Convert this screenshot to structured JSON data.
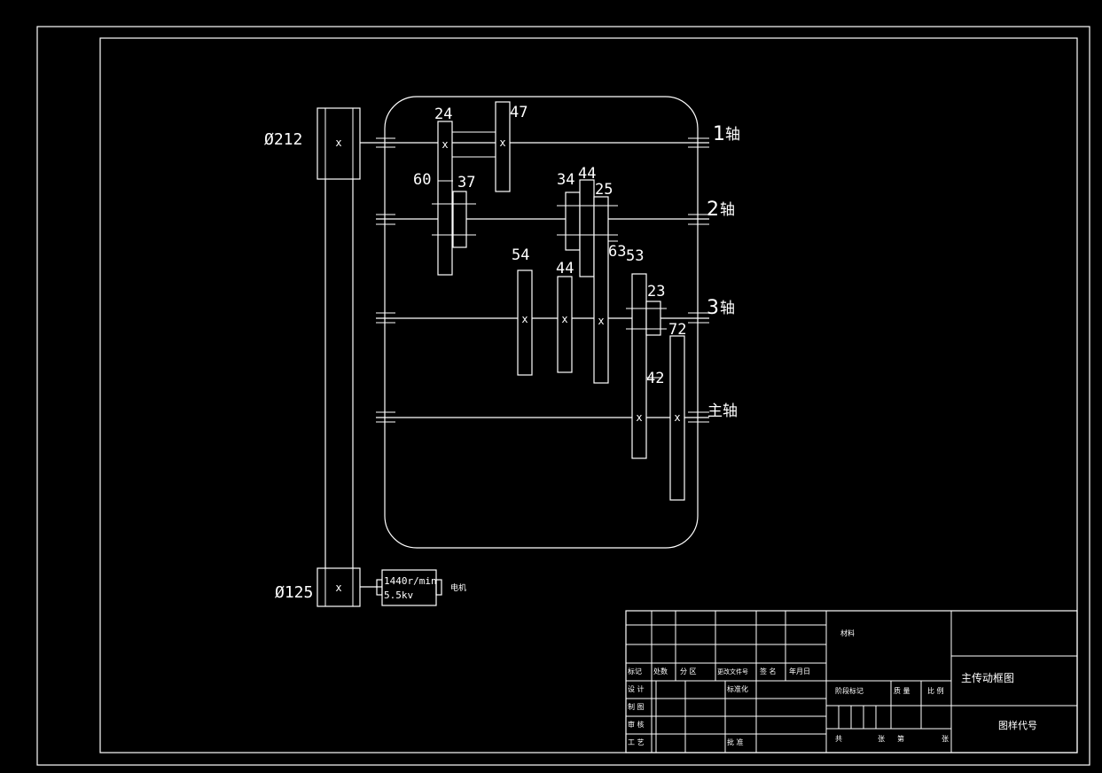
{
  "gear_labels": {
    "g24": "24",
    "g47": "47",
    "g60": "60",
    "g37": "37",
    "g34": "34",
    "g44a": "44",
    "g25": "25",
    "g54": "54",
    "g44b": "44",
    "g63": "63",
    "g53": "53",
    "g23": "23",
    "g72": "72",
    "g42": "42"
  },
  "gear_mark": "x",
  "shaft_labels": {
    "shaft1_num": "1",
    "shaft1_text": "轴",
    "shaft2_num": "2",
    "shaft2_text": "轴",
    "shaft3_num": "3",
    "shaft3_text": "轴",
    "main": "主轴"
  },
  "pulleys": {
    "upper": "Ø212",
    "lower": "Ø125"
  },
  "motor": {
    "speed": "1440r/min",
    "power": "5.5kv",
    "label": "电机"
  },
  "title_block": {
    "material_label": "材料",
    "row_headers": [
      "标记",
      "处数",
      "分 区",
      "更改文件号",
      "签 名",
      "年月日"
    ],
    "design": "设 计",
    "standardization": "标准化",
    "drafting": "制 图",
    "review": "审 核",
    "process": "工 艺",
    "approve": "批 准",
    "stage_mark": "阶段标记",
    "weight": "质 量",
    "scale": "比 例",
    "total": "共",
    "sheets": "张",
    "page": "第",
    "page_suffix": "张",
    "drawing_name": "主传动框图",
    "drawing_code": "图样代号"
  },
  "colors": {
    "background": "#000000",
    "line": "#ffffff"
  }
}
